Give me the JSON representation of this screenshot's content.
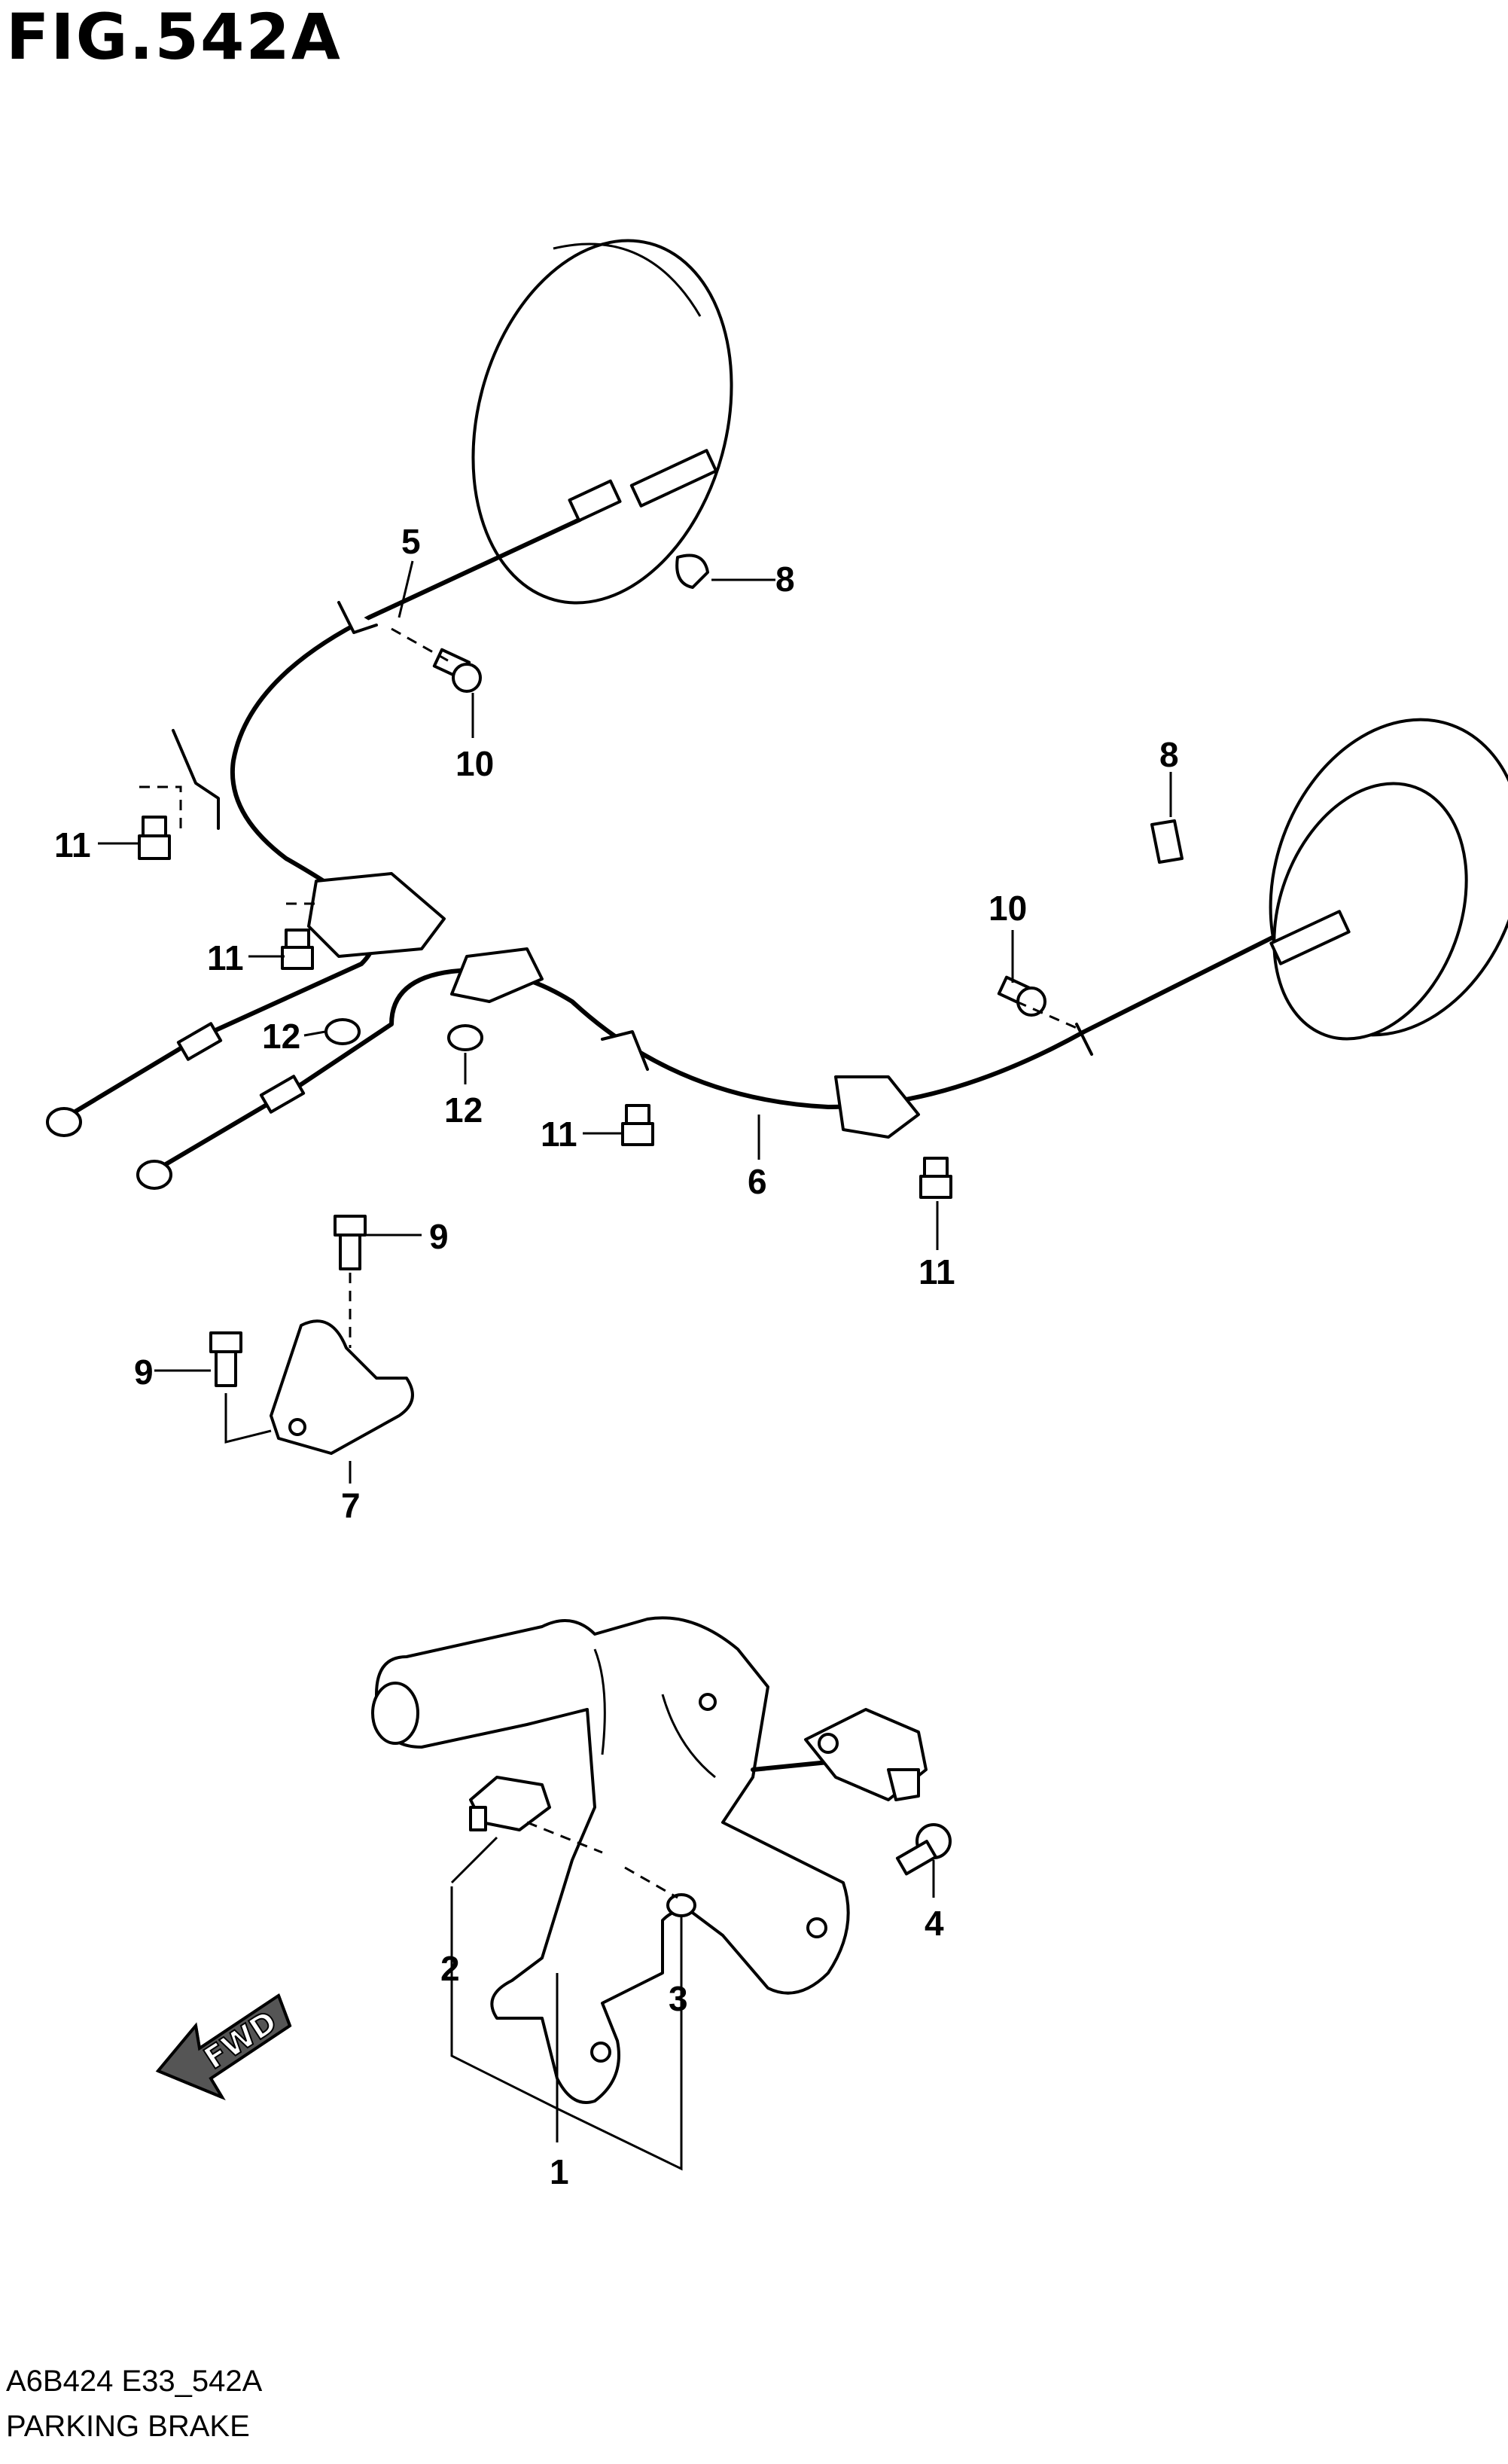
{
  "figure": {
    "title": "FIG.542A",
    "code": "A6B424 E33_542A",
    "name": "PARKING BRAKE"
  },
  "direction_label": "FWD",
  "callouts": [
    {
      "id": "c1",
      "label": "1"
    },
    {
      "id": "c2",
      "label": "2"
    },
    {
      "id": "c3",
      "label": "3"
    },
    {
      "id": "c4",
      "label": "4"
    },
    {
      "id": "c5",
      "label": "5"
    },
    {
      "id": "c6",
      "label": "6"
    },
    {
      "id": "c7",
      "label": "7"
    },
    {
      "id": "c8a",
      "label": "8"
    },
    {
      "id": "c8b",
      "label": "8"
    },
    {
      "id": "c9a",
      "label": "9"
    },
    {
      "id": "c9b",
      "label": "9"
    },
    {
      "id": "c10a",
      "label": "10"
    },
    {
      "id": "c10b",
      "label": "10"
    },
    {
      "id": "c11a",
      "label": "11"
    },
    {
      "id": "c11b",
      "label": "11"
    },
    {
      "id": "c11c",
      "label": "11"
    },
    {
      "id": "c11d",
      "label": "11"
    },
    {
      "id": "c12a",
      "label": "12"
    },
    {
      "id": "c12b",
      "label": "12"
    }
  ]
}
